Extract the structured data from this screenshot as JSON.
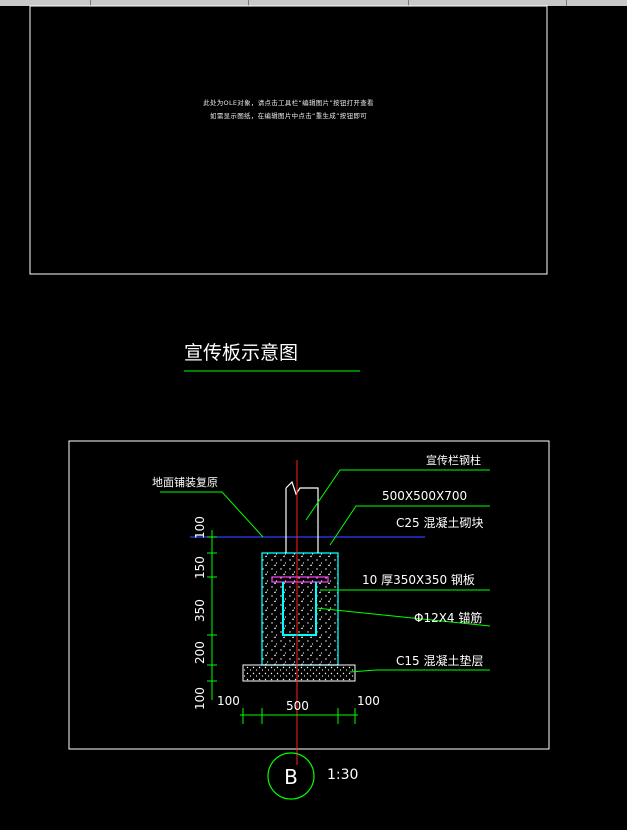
{
  "ole_notice": {
    "line1": "此处为OLE对象，请点击工具栏“编辑图片”按钮打开查看",
    "line2": "如需显示图纸，在编辑图片中点击“重生成”按钮即可"
  },
  "drawing": {
    "title": "宣传板示意图",
    "callouts": {
      "post": "宣传栏钢柱",
      "pavement": "地面铺装复原",
      "block_size": "500X500X700",
      "block_material": "C25 混凝土砌块",
      "plate": "10 厚350X350 钢板",
      "anchor": "Φ12X4 锚筋",
      "cushion": "C15 混凝土垫层"
    },
    "vertical_dims": [
      "100",
      "150",
      "350",
      "200",
      "100"
    ],
    "horizontal_dims": [
      "100",
      "500",
      "100"
    ],
    "detail_label": "B",
    "scale": "1:30"
  },
  "colors": {
    "background": "#000000",
    "frame": "#ffffff",
    "callout_leader": "#00ff00",
    "concrete_outline": "#00ffff",
    "steel": "#ff00ff",
    "centerline": "#ff0000",
    "ground_line": "#0000ff"
  }
}
